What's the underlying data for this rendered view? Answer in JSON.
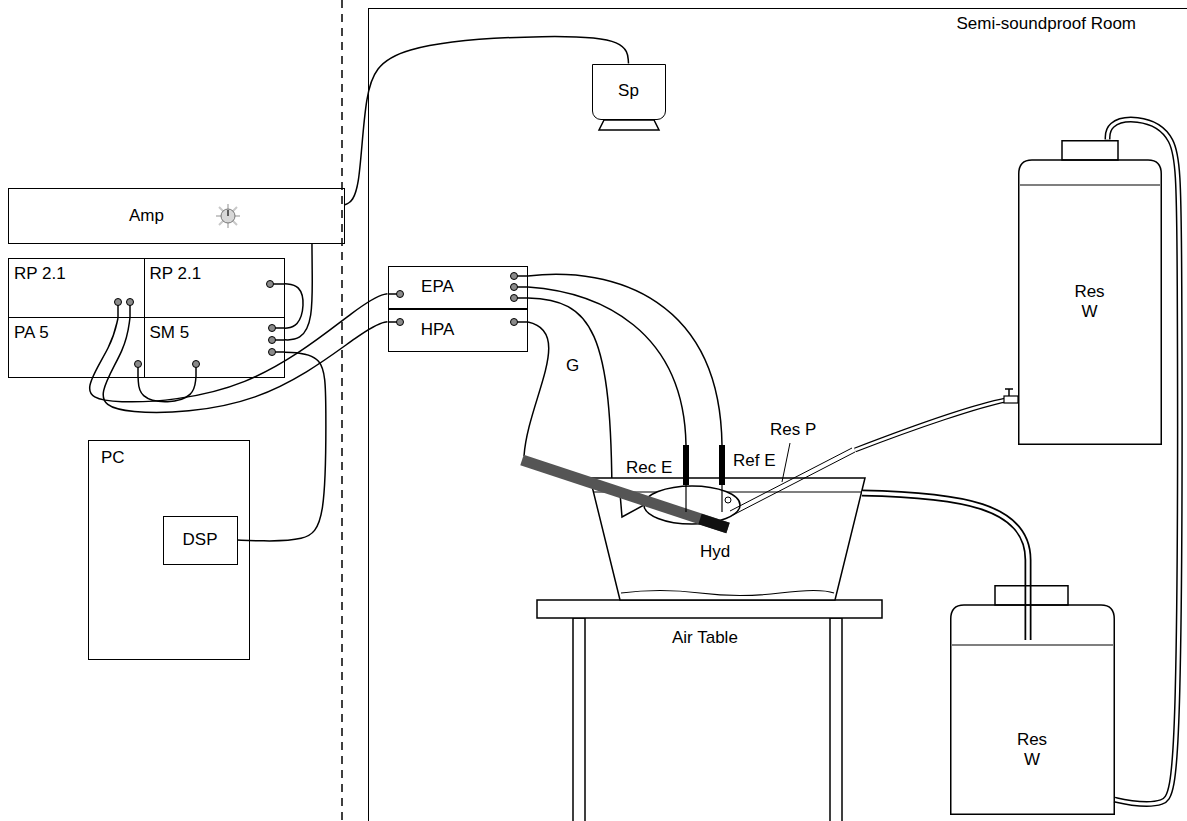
{
  "diagram": {
    "nodes": [
      {
        "text": [
          "Amp"
        ]
      },
      {
        "text": [
          "RP 2.1"
        ]
      },
      {
        "text": [
          "RP 2.1"
        ]
      },
      {
        "text": [
          "PA 5"
        ]
      },
      {
        "text": [
          "SM 5"
        ]
      },
      {
        "text": [
          "PC"
        ]
      },
      {
        "text": [
          "DSP"
        ],
        "in": 5
      },
      {
        "text": [
          "Semi-soundproof Room"
        ]
      },
      {
        "text": [
          "Sp"
        ],
        "in": 7
      },
      {
        "text": [
          "EPA"
        ],
        "in": 7
      },
      {
        "text": [
          "HPA"
        ],
        "in": 7
      },
      {
        "text": [
          "Res W"
        ],
        "in": 7
      },
      {
        "text": [
          "Res W"
        ],
        "in": 7
      }
    ],
    "edges": [
      {
        "from": 0,
        "to": 8,
        "arrow": "none"
      },
      {
        "from": 0,
        "to": 4,
        "arrow": "none"
      },
      {
        "from": 2,
        "to": 4,
        "arrow": "none"
      },
      {
        "from": 4,
        "to": 6,
        "arrow": "none"
      },
      {
        "from": 1,
        "to": 9,
        "arrow": "none"
      },
      {
        "from": 1,
        "to": 10,
        "arrow": "none"
      },
      {
        "from": 3,
        "to": 4,
        "arrow": "none"
      },
      {
        "from": 11,
        "to": 12,
        "arrow": "none"
      }
    ],
    "labels": [
      "Rec E",
      "Ref E",
      "Res P",
      "G",
      "Hyd",
      "Air Table"
    ]
  }
}
